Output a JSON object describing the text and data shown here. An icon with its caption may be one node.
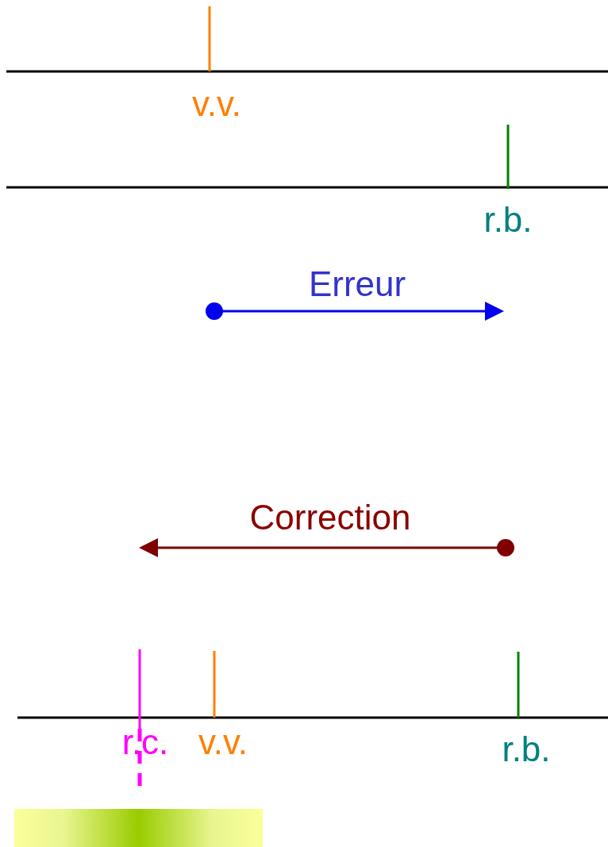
{
  "diagram": {
    "nodes": [
      {
        "text": [],
        "shape": "bar"
      }
    ],
    "labels": [
      "v.v.",
      "r.b.",
      "Erreur",
      "Correction",
      "r.c.",
      "v.v.",
      "r.b."
    ]
  }
}
